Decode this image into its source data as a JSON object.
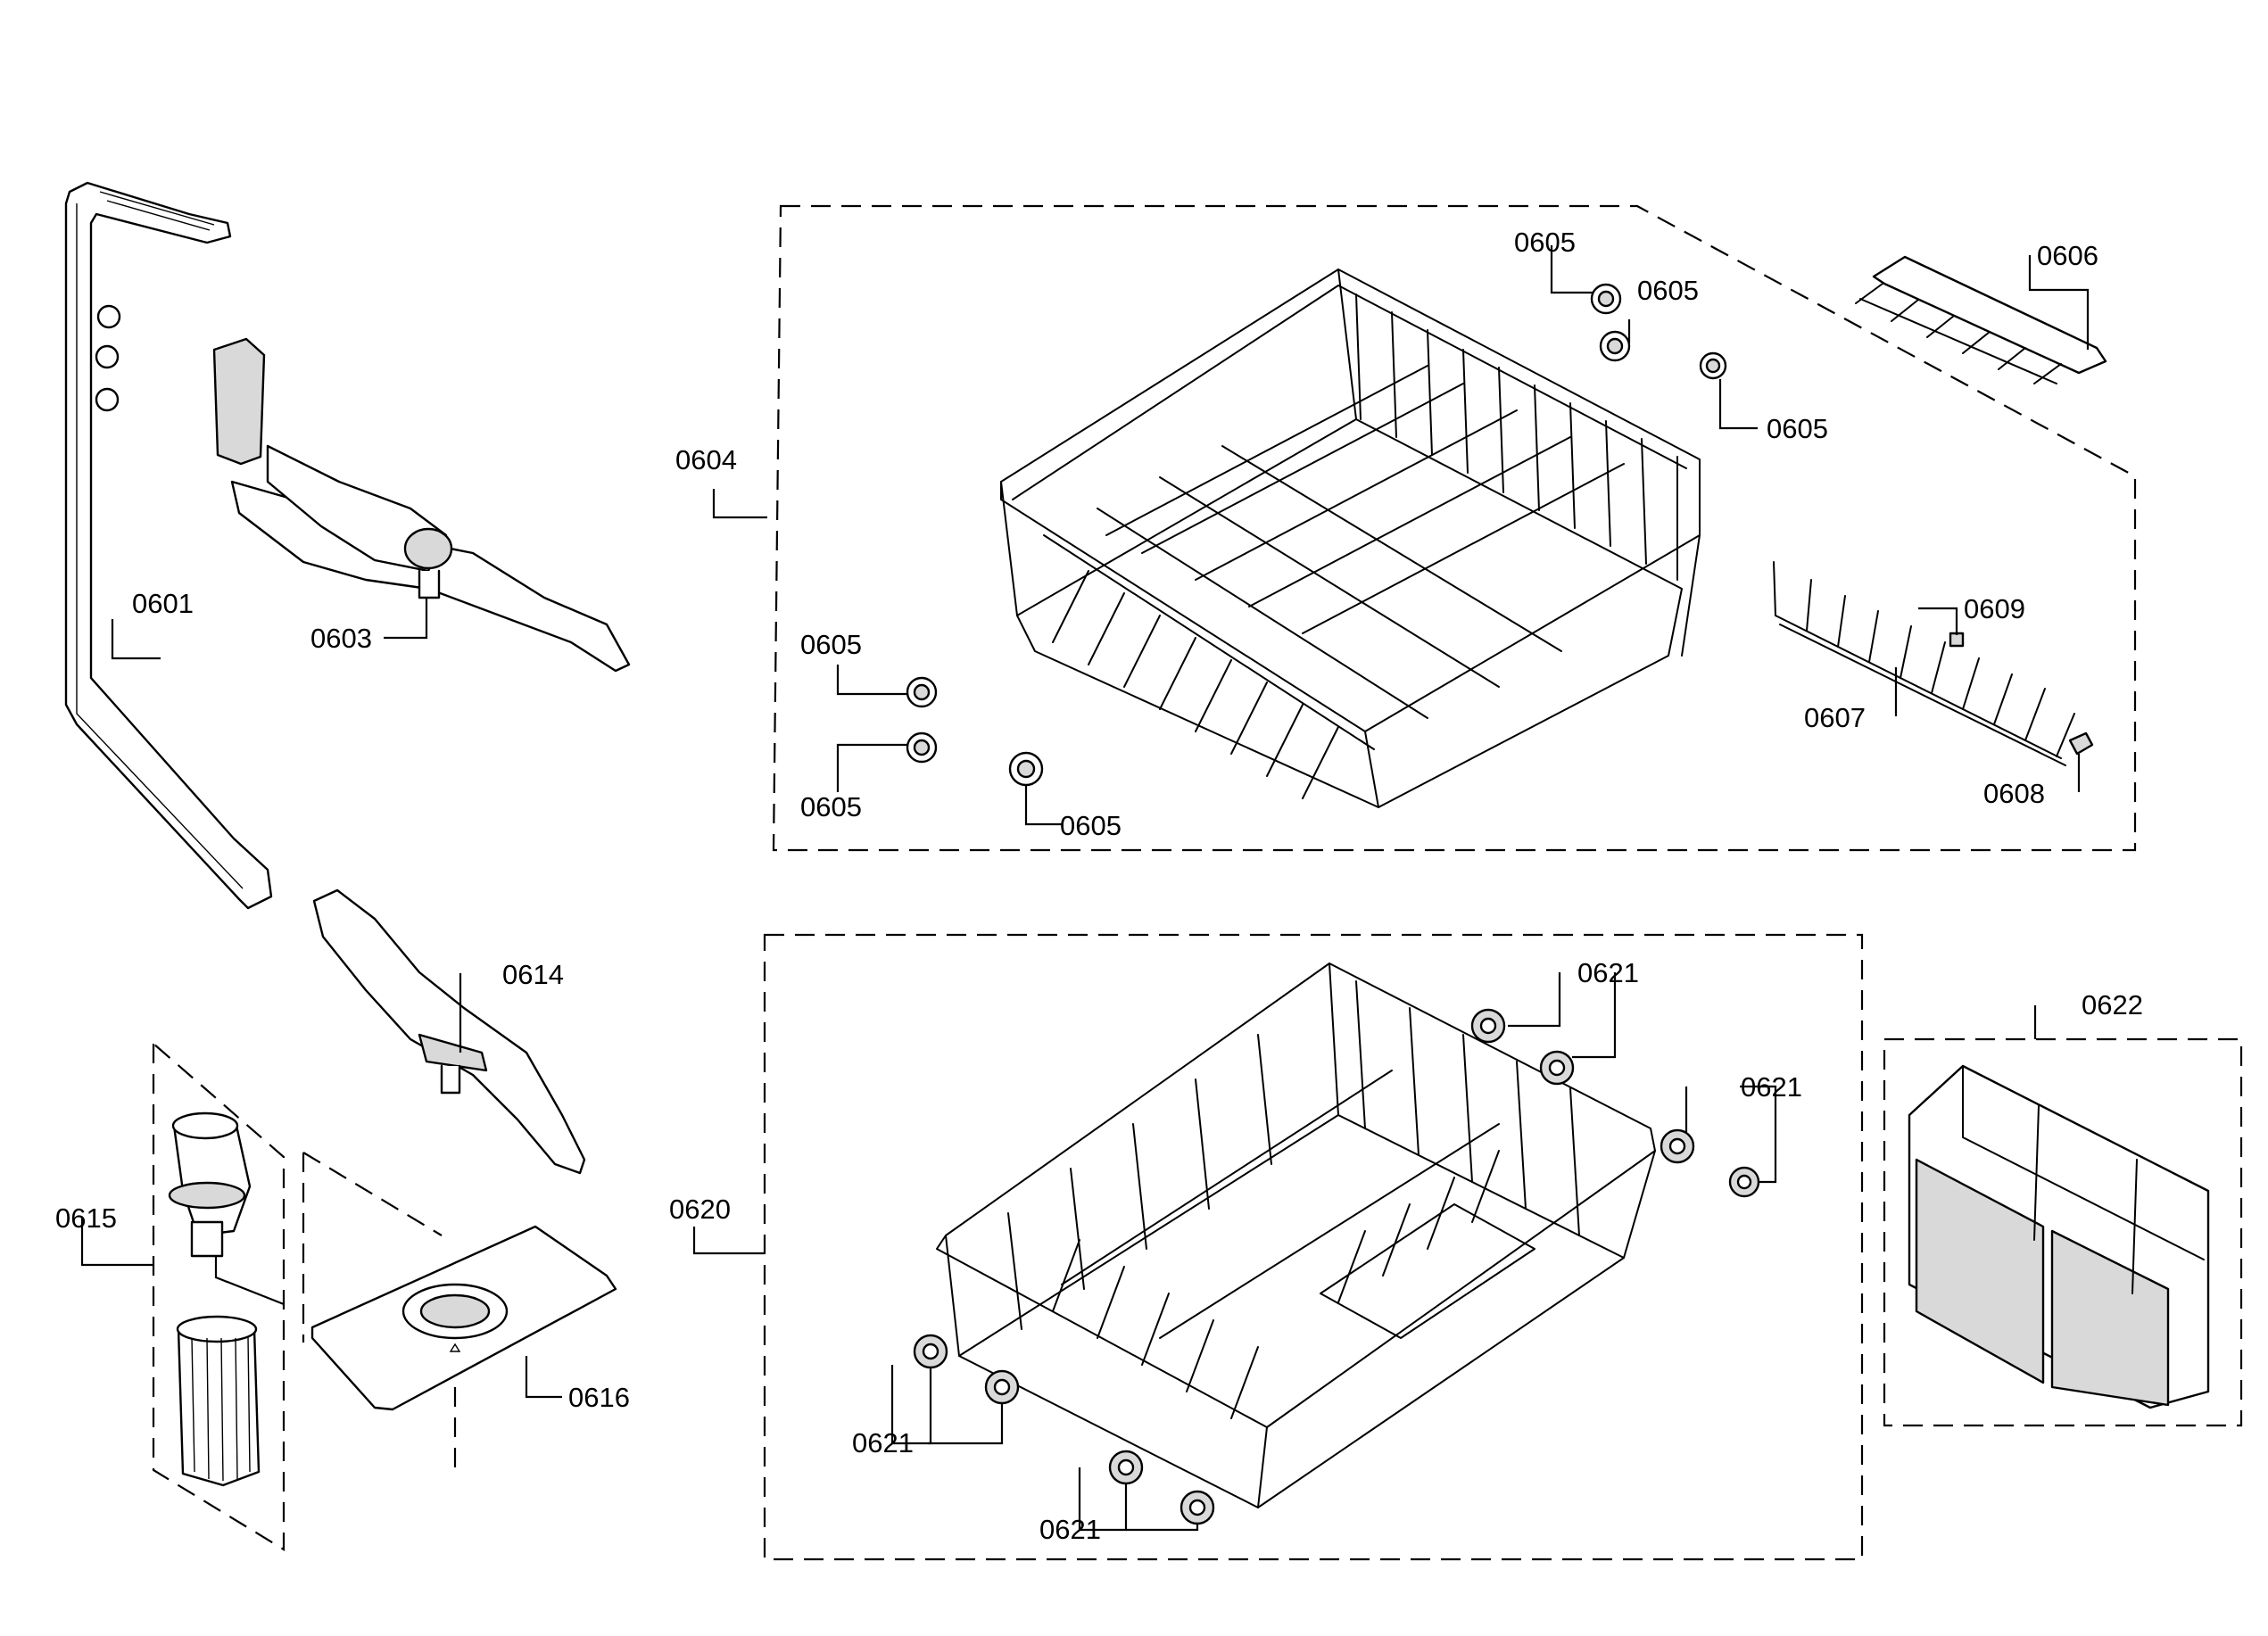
{
  "labels": {
    "spray_pipe": "0601",
    "upper_spray_arm": "0603",
    "upper_rack_assembly": "0604",
    "rack_roller": "0605",
    "cup_shelf": "0606",
    "tine_row": "0607",
    "clip_0608": "0608",
    "clip_0609": "0609",
    "lower_spray_arm": "0614",
    "filter_assembly": "0615",
    "micro_filter": "0616",
    "lower_rack_assembly": "0620",
    "lower_rack_wheel": "0621",
    "cutlery_basket": "0622"
  }
}
